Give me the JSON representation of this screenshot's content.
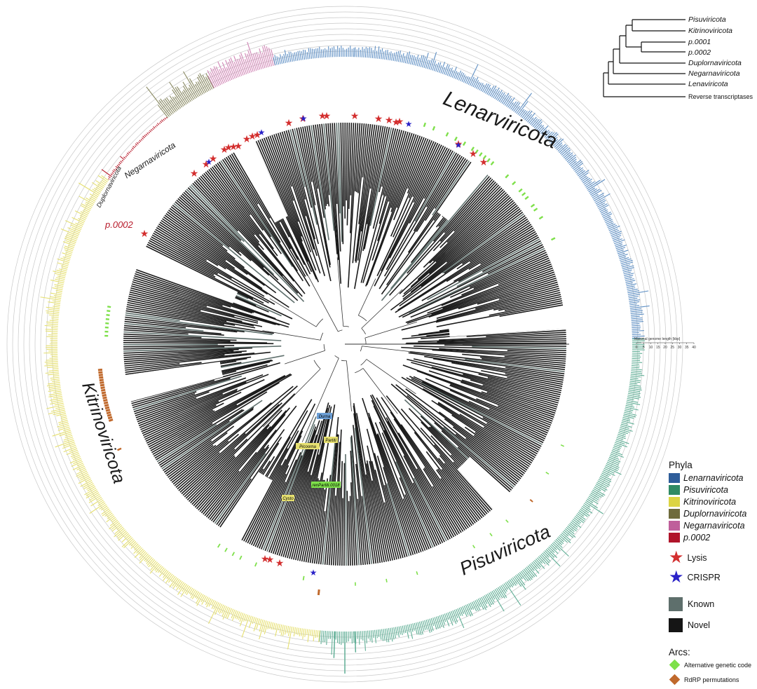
{
  "phyla_names": {
    "lenarviricota": "Lenarviricota",
    "pisuviricota": "Pisuviricota",
    "kitrinoviricota": "Kitrinoviricota",
    "negarnaviricota": "Negarnaviricota",
    "duplornaviricota": "Duplornaviricota",
    "p0002": "p.0002"
  },
  "colors": {
    "lenarviricota": "#5e8fc4",
    "pisuviricota": "#5fae95",
    "kitrinoviricota": "#e6e070",
    "duplornaviricota": "#8a8a62",
    "negarnaviricota": "#d187b6",
    "p0002": "#b81c2c",
    "lysis": "#d32f2f",
    "crispr": "#2a22c8",
    "known": "#5e6f6c",
    "novel": "#151515",
    "alt_code": "#7ee04a",
    "rdrp_perm": "#c0692c",
    "tree_branch": "#1a1a1a"
  },
  "inner_labels": {
    "durna": "Durna",
    "partiti": "Partiti",
    "picoorna": "Picoorna",
    "ren_partiti": "renPartiti.0018",
    "cysto": "Cysto"
  },
  "scale_bar": {
    "label": "Maximal genome length [kbp]",
    "ticks": [
      "0",
      "5",
      "10",
      "15",
      "20",
      "25",
      "30",
      "35",
      "40"
    ]
  },
  "cladogram": {
    "taxa": [
      "Pisuviricota",
      "Kitrinoviricota",
      "p.0001",
      "p.0002",
      "Duplornaviricota",
      "Negarnaviricota",
      "Lenaviricota",
      "Reverse transcriptases"
    ]
  },
  "legend": {
    "phyla_title": "Phyla",
    "phyla": [
      {
        "label": "Lenarnaviricota",
        "color": "#2e5d9a"
      },
      {
        "label": "Pisuviricota",
        "color": "#2f8a64"
      },
      {
        "label": "Kitrinoviricota",
        "color": "#dcd442"
      },
      {
        "label": "Duplornaviricota",
        "color": "#6f6b3c"
      },
      {
        "label": "Negarnaviricota",
        "color": "#bf5f9b"
      },
      {
        "label": "p.0002",
        "color": "#b0142a"
      }
    ],
    "lysis_label": "Lysis",
    "crispr_label": "CRISPR",
    "known_label": "Known",
    "novel_label": "Novel",
    "arcs_title": "Arcs:",
    "alt_code_label": "Alternative genetic code",
    "rdrp_label": "RdRP permutations"
  }
}
